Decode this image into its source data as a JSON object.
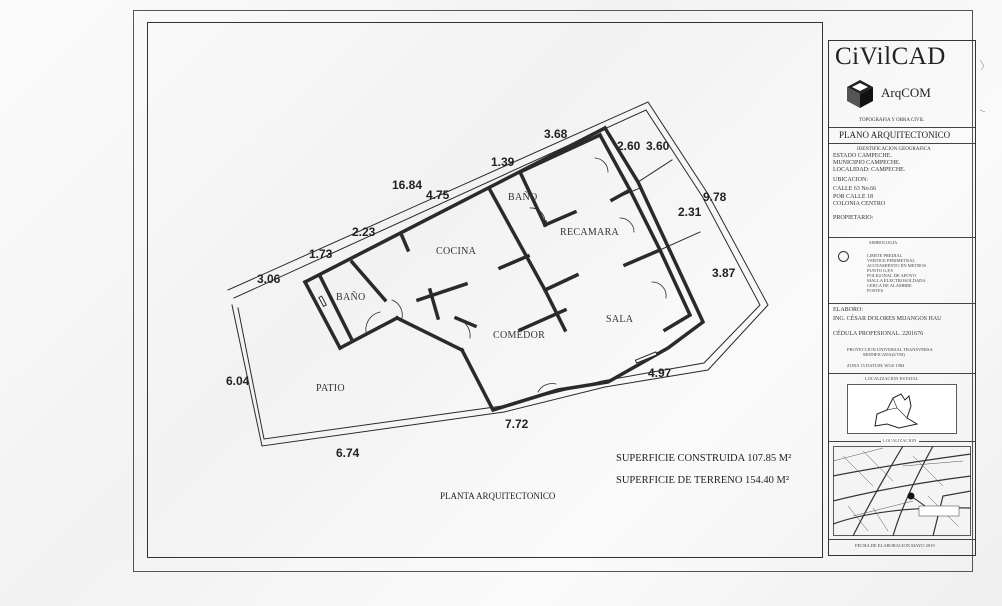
{
  "plan": {
    "dimensions": [
      "16.84",
      "3.68",
      "1.39",
      "4.75",
      "2.23",
      "1.73",
      "3.06",
      "2.60",
      "3.60",
      "9.78",
      "2.31",
      "3.87",
      "6.04",
      "4.97",
      "7.72",
      "6.74"
    ],
    "rooms": {
      "bano_top": "BAÑO",
      "bano_left": "BAÑO",
      "cocina": "COCINA",
      "recamara": "RECAMARA",
      "comedor": "COMEDOR",
      "sala": "SALA",
      "patio": "PATIO"
    },
    "superficie_construida": "SUPERFICIE CONSTRUIDA 107.85 M²",
    "superficie_terreno": "SUPERFICIE DE TERRENO 154.40 M²",
    "caption": "PLANTA ARQUITECTONICO"
  },
  "title_block": {
    "brand": "CiVilCAD",
    "logo_text": "ArqCOM",
    "subtitle": "TOPOGRAFIA Y OBRA CIVIL",
    "sheet_title": "PLANO ARQUITECTONICO",
    "geo_heading": "IDENTIFICACION GEOGRAFICA",
    "estado": "ESTADO        CAMPECHE.",
    "municipio": "MUNICIPIO    CAMPECHE.",
    "localidad": "LOCALIDAD: CAMPECHE.",
    "ubicacion_label": "UBICACION:",
    "calle1": "CALLE 63 No.66",
    "calle2": "POR CALLE 18",
    "colonia": "COLONIA CENTRO",
    "propietario": "PROPIETARIO:",
    "simbologia": "SIMBOLOGIA",
    "legend": [
      "LIMITE PREDIAL",
      "VERTICE PERIMETRAL",
      "ACOTAMIENTO EN METROS",
      "PUNTO G.P.S",
      "POLIGONAL DE APOYO",
      "MALLA ELECTROSOLDADA",
      "CERCA DE ALAMBRE",
      "POSTES"
    ],
    "elaboro_label": "ELABORO:",
    "elaboro_name": "ING. CÉSAR DOLORES MIJANGOS HAU",
    "cedula": "CÉDULA PROFESIONAL. 2201676",
    "proyeccion1": "PROYECCION UNIVERSAL TRANSVERSA",
    "proyeccion2": "MODIFICADA(UTM)",
    "zona": "ZONA 15     DATUM: WGS 1984",
    "loc_estatal": "LOCALIZACION ESTATAL",
    "localizacion": "LOCALIZACION",
    "fecha": "FECHA DE ELABORACION MAYO 2019"
  },
  "colors": {
    "line": "#2a2a2a",
    "paper": "#f6f6f6"
  }
}
